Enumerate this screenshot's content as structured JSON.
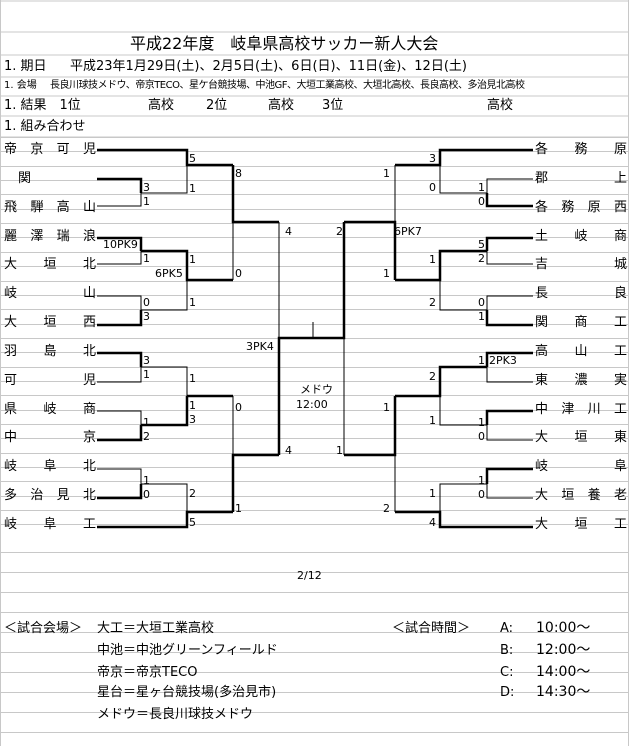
{
  "header": {
    "title": "平成22年度　岐阜県高校サッカー新人大会",
    "period_label": "1. 期日",
    "period_value": "平成23年1月29日(土)、2月5日(土)、6日(日)、11日(金)、12日(土)",
    "venue_label": "1. 会場",
    "venue_value": "長良川球技メドウ、帝京TECO、星ケ台競技場、中池GF、大垣工業高校、大垣北高校、長良高校、多治見北高校",
    "results_label": "1. 結果　1位",
    "result_1_suffix": "高校",
    "result_2_label": "2位",
    "result_2_suffix": "高校",
    "result_3_label": "3位",
    "result_3_suffix": "高校",
    "pairings_label": "1. 組み合わせ"
  },
  "left_teams": [
    "帝京可児",
    "関",
    "飛騨高山",
    "麗澤瑞浪",
    "大垣北",
    "岐山",
    "大垣西",
    "羽島北",
    "可児",
    "県岐商",
    "中京",
    "岐阜北",
    "多治見北",
    "岐阜工"
  ],
  "right_teams": [
    "各務原",
    "郡上",
    "各務原西",
    "土岐商",
    "吉城",
    "長良",
    "関商工",
    "高山工",
    "東濃実",
    "中津川工",
    "大垣東",
    "岐阜",
    "大垣養老",
    "大垣工"
  ],
  "scores_left": {
    "r1_a_top": "3",
    "r1_a_bot": "1",
    "r1_b_top": "10PK9",
    "r1_b_bot": "1",
    "r1_c_top": "0",
    "r1_c_bot": "3",
    "r1_d_top": "3",
    "r1_d_bot": "1",
    "r1_e_top": "1",
    "r1_e_bot": "2",
    "r1_f_top": "1",
    "r1_f_bot": "0",
    "r2_a_top": "5",
    "r2_a_bot": "1",
    "r2_b_top": "1",
    "r2_b_bot": "6PK5",
    "r2_b2": "1",
    "r2_c_top": "1",
    "r2_d_top": "1",
    "r2_d_bot": "3",
    "r2_e_top": "2",
    "r2_e_bot": "5",
    "r3_a_top": "8",
    "r3_a_bot": "0",
    "r3_b_top": "0",
    "r3_b_bot": "1",
    "r4_top": "4",
    "r4_bot": "4",
    "r4_pk": "3PK4"
  },
  "scores_right": {
    "r1_a_top": "1",
    "r1_a_bot": "0",
    "r1_b_top": "5",
    "r1_b_bot": "2",
    "r1_c_top": "0",
    "r1_c_bot": "1",
    "r1_d_top": "1",
    "r1_d_bot": "2PK3",
    "r1_d2": "1",
    "r1_e_top": "1",
    "r1_e_bot": "0",
    "r1_f_top": "1",
    "r1_f_bot": "0",
    "r2_a_top": "3",
    "r2_a_bot": "0",
    "r2_b_top": "1",
    "r2_b_bot": "2",
    "r2_c_top": "2",
    "r2_c_bot": "1",
    "r2_d_top": "1",
    "r2_d_bot": "4",
    "r3_a_top": "1",
    "r3_a_bot": "1",
    "r3_a_pk": "6PK7",
    "r3_b_top": "1",
    "r3_b_bot": "2",
    "r4_top": "2",
    "r4_bot": "1"
  },
  "final": {
    "venue": "メドウ",
    "time": "12:00",
    "date": "2/12"
  },
  "venue_legend": {
    "label": "＜試合会場＞",
    "items": [
      "大工＝大垣工業高校",
      "中池＝中池グリーンフィールド",
      "帝京＝帝京TECO",
      "星台＝星ヶ台競技場(多治見市)",
      "メドウ＝長良川球技メドウ"
    ]
  },
  "time_legend": {
    "label": "＜試合時間＞",
    "items": [
      {
        "code": "A:",
        "time": "10:00〜"
      },
      {
        "code": "B:",
        "time": "12:00〜"
      },
      {
        "code": "C:",
        "time": "14:00〜"
      },
      {
        "code": "D:",
        "time": "14:30〜"
      }
    ]
  }
}
